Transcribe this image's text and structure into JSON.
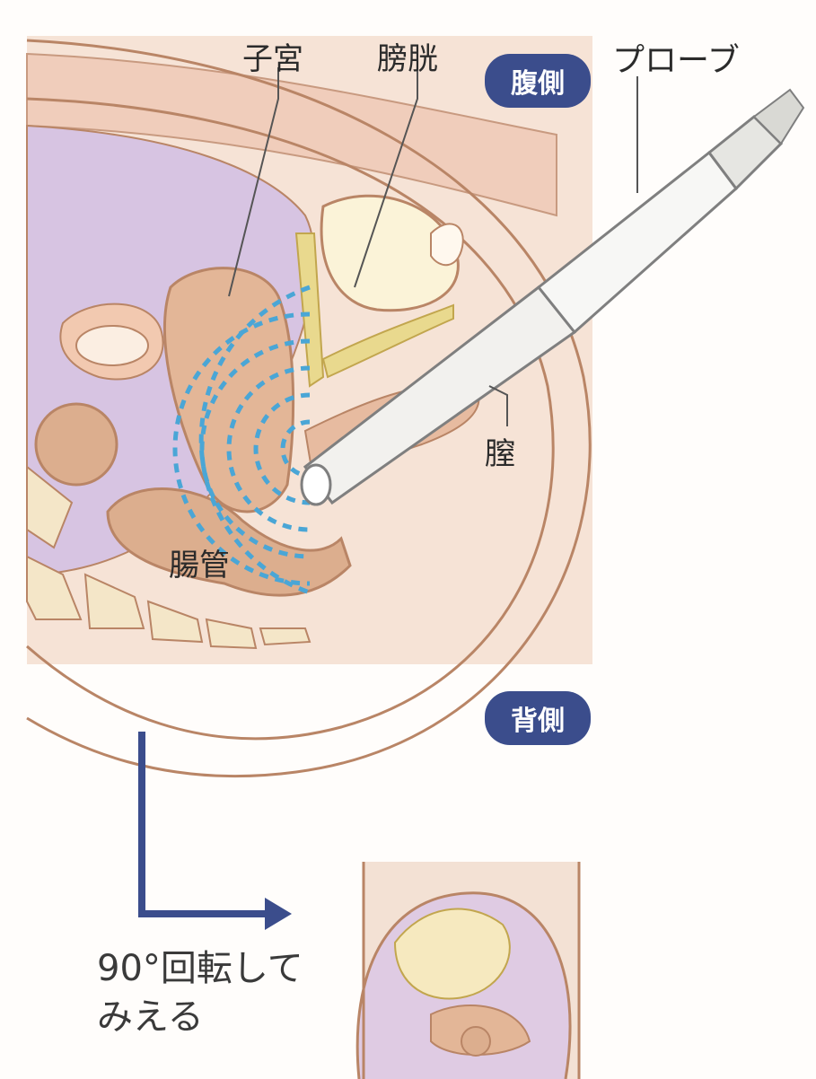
{
  "labels": {
    "uterus": "子宮",
    "bladder": "膀胱",
    "probe": "プローブ",
    "vagina": "膣",
    "rectum": "腸管"
  },
  "badges": {
    "ventral": "腹側",
    "dorsal": "背側"
  },
  "caption": {
    "line1": "90°回転して",
    "line2": "みえる"
  },
  "colors": {
    "badge": "#3b4d8c",
    "arrow": "#3b4d8c",
    "ultrasound_waves": "#4aa6d6",
    "tissue": "#efcdb8",
    "organ_outline": "#b98566",
    "uterus_purple": "#cdb8dc",
    "probe": "#f2f1ee"
  }
}
